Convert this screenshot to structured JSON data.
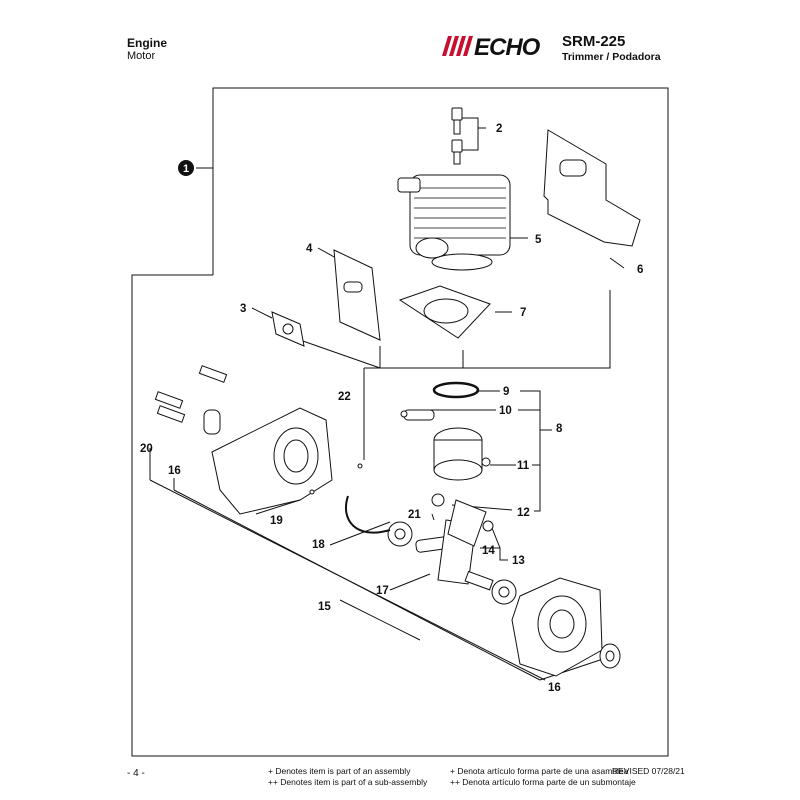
{
  "header": {
    "section_en": "Engine",
    "section_es": "Motor",
    "brand": "ECHO",
    "model": "SRM-225",
    "model_desc": "Trimmer / Podadora"
  },
  "diagram": {
    "callouts": {
      "c1": "1",
      "c2": "2",
      "c3": "3",
      "c4": "4",
      "c5": "5",
      "c6": "6",
      "c7": "7",
      "c8": "8",
      "c9": "9",
      "c10": "10",
      "c11": "11",
      "c12": "12",
      "c13": "13",
      "c14": "14",
      "c15": "15",
      "c16a": "16",
      "c16b": "16",
      "c17": "17",
      "c18": "18",
      "c19": "19",
      "c20": "20",
      "c21": "21",
      "c22": "22"
    }
  },
  "footer": {
    "page": "- 4 -",
    "note_en_1": "+ Denotes item is part of an assembly",
    "note_en_2": "++ Denotes item is part of a sub-assembly",
    "note_es_1": "+ Denota artículo forma parte de una asamblea",
    "note_es_2": "++ Denota artículo forma parte de un submontaje",
    "revised": "REVISED 07/28/21"
  },
  "colors": {
    "ink": "#111111",
    "logo_red": "#c8102e"
  }
}
